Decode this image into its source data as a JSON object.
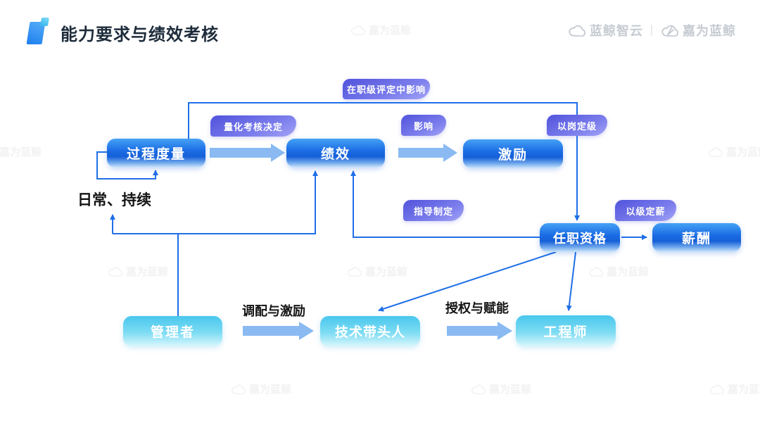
{
  "header": {
    "title": "能力要求与绩效考核",
    "logo_left": "蓝鲸智云",
    "logo_divider": "|",
    "logo_right": "嘉为蓝鲸"
  },
  "watermark": {
    "text": "嘉为蓝鲸"
  },
  "diagram": {
    "nodes": {
      "process_measure": "过程度量",
      "performance": "绩效",
      "incentive": "激励",
      "qualification": "任职资格",
      "salary": "薪酬",
      "manager": "管理者",
      "tech_lead": "技术带头人",
      "engineer": "工程师"
    },
    "pills": {
      "rank_influence": "在职级评定中影响",
      "quant_decide": "量化考核决定",
      "influence": "影响",
      "post_grade": "以岗定级",
      "guide_make": "指导制定",
      "grade_salary": "以级定薪"
    },
    "labels": {
      "daily": "日常、持续",
      "allocate_incentive": "调配与激励",
      "empower": "授权与赋能"
    },
    "colors": {
      "node_blue": "#1566E0",
      "node_cyan": "#4EC9EE",
      "pill_purple": "#5B5CE0",
      "line_blue": "#1F6FE8",
      "arrow_light_blue": "#8ABAF1",
      "title_text": "#1D2B3A",
      "logo_gray": "#C7CCD3"
    }
  }
}
